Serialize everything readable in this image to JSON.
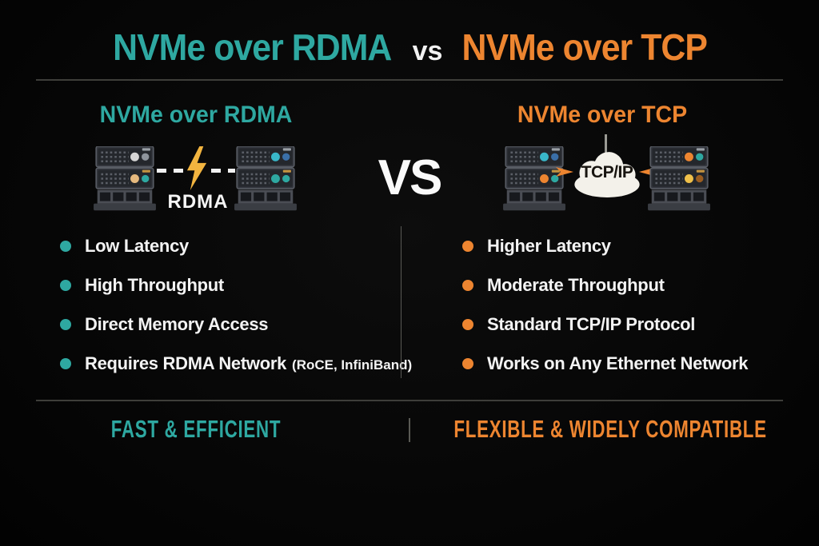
{
  "title": {
    "left": "NVMe over RDMA",
    "vs": "vs",
    "right": "NVMe over TCP"
  },
  "colors": {
    "accent_teal": "#2EA8A1",
    "accent_orange": "#ED8530",
    "lightning_yellow": "#F2B43F",
    "cloud_white": "#F3F1EA",
    "text_white": "#F2F2F2"
  },
  "left_panel": {
    "heading": "NVMe over RDMA",
    "diagram": {
      "link_label": "RDMA",
      "icons": [
        "server-icon",
        "lightning-bolt-icon",
        "server-icon"
      ]
    },
    "bullets": [
      {
        "text": "Low Latency"
      },
      {
        "text": "High Throughput"
      },
      {
        "text": "Direct Memory Access"
      },
      {
        "text": "Requires RDMA Network",
        "note": "(RoCE, InfiniBand)"
      }
    ],
    "footer": "FAST & EFFICIENT"
  },
  "center": {
    "vs_label": "VS"
  },
  "right_panel": {
    "heading": "NVMe over TCP",
    "diagram": {
      "cloud_label": "TCP/IP",
      "icons": [
        "server-icon",
        "cloud-icon",
        "server-icon"
      ]
    },
    "bullets": [
      {
        "text": "Higher Latency"
      },
      {
        "text": "Moderate Throughput"
      },
      {
        "text": "Standard TCP/IP Protocol"
      },
      {
        "text": "Works on Any Ethernet Network"
      }
    ],
    "footer": "FLEXIBLE & WIDELY COMPATIBLE"
  }
}
